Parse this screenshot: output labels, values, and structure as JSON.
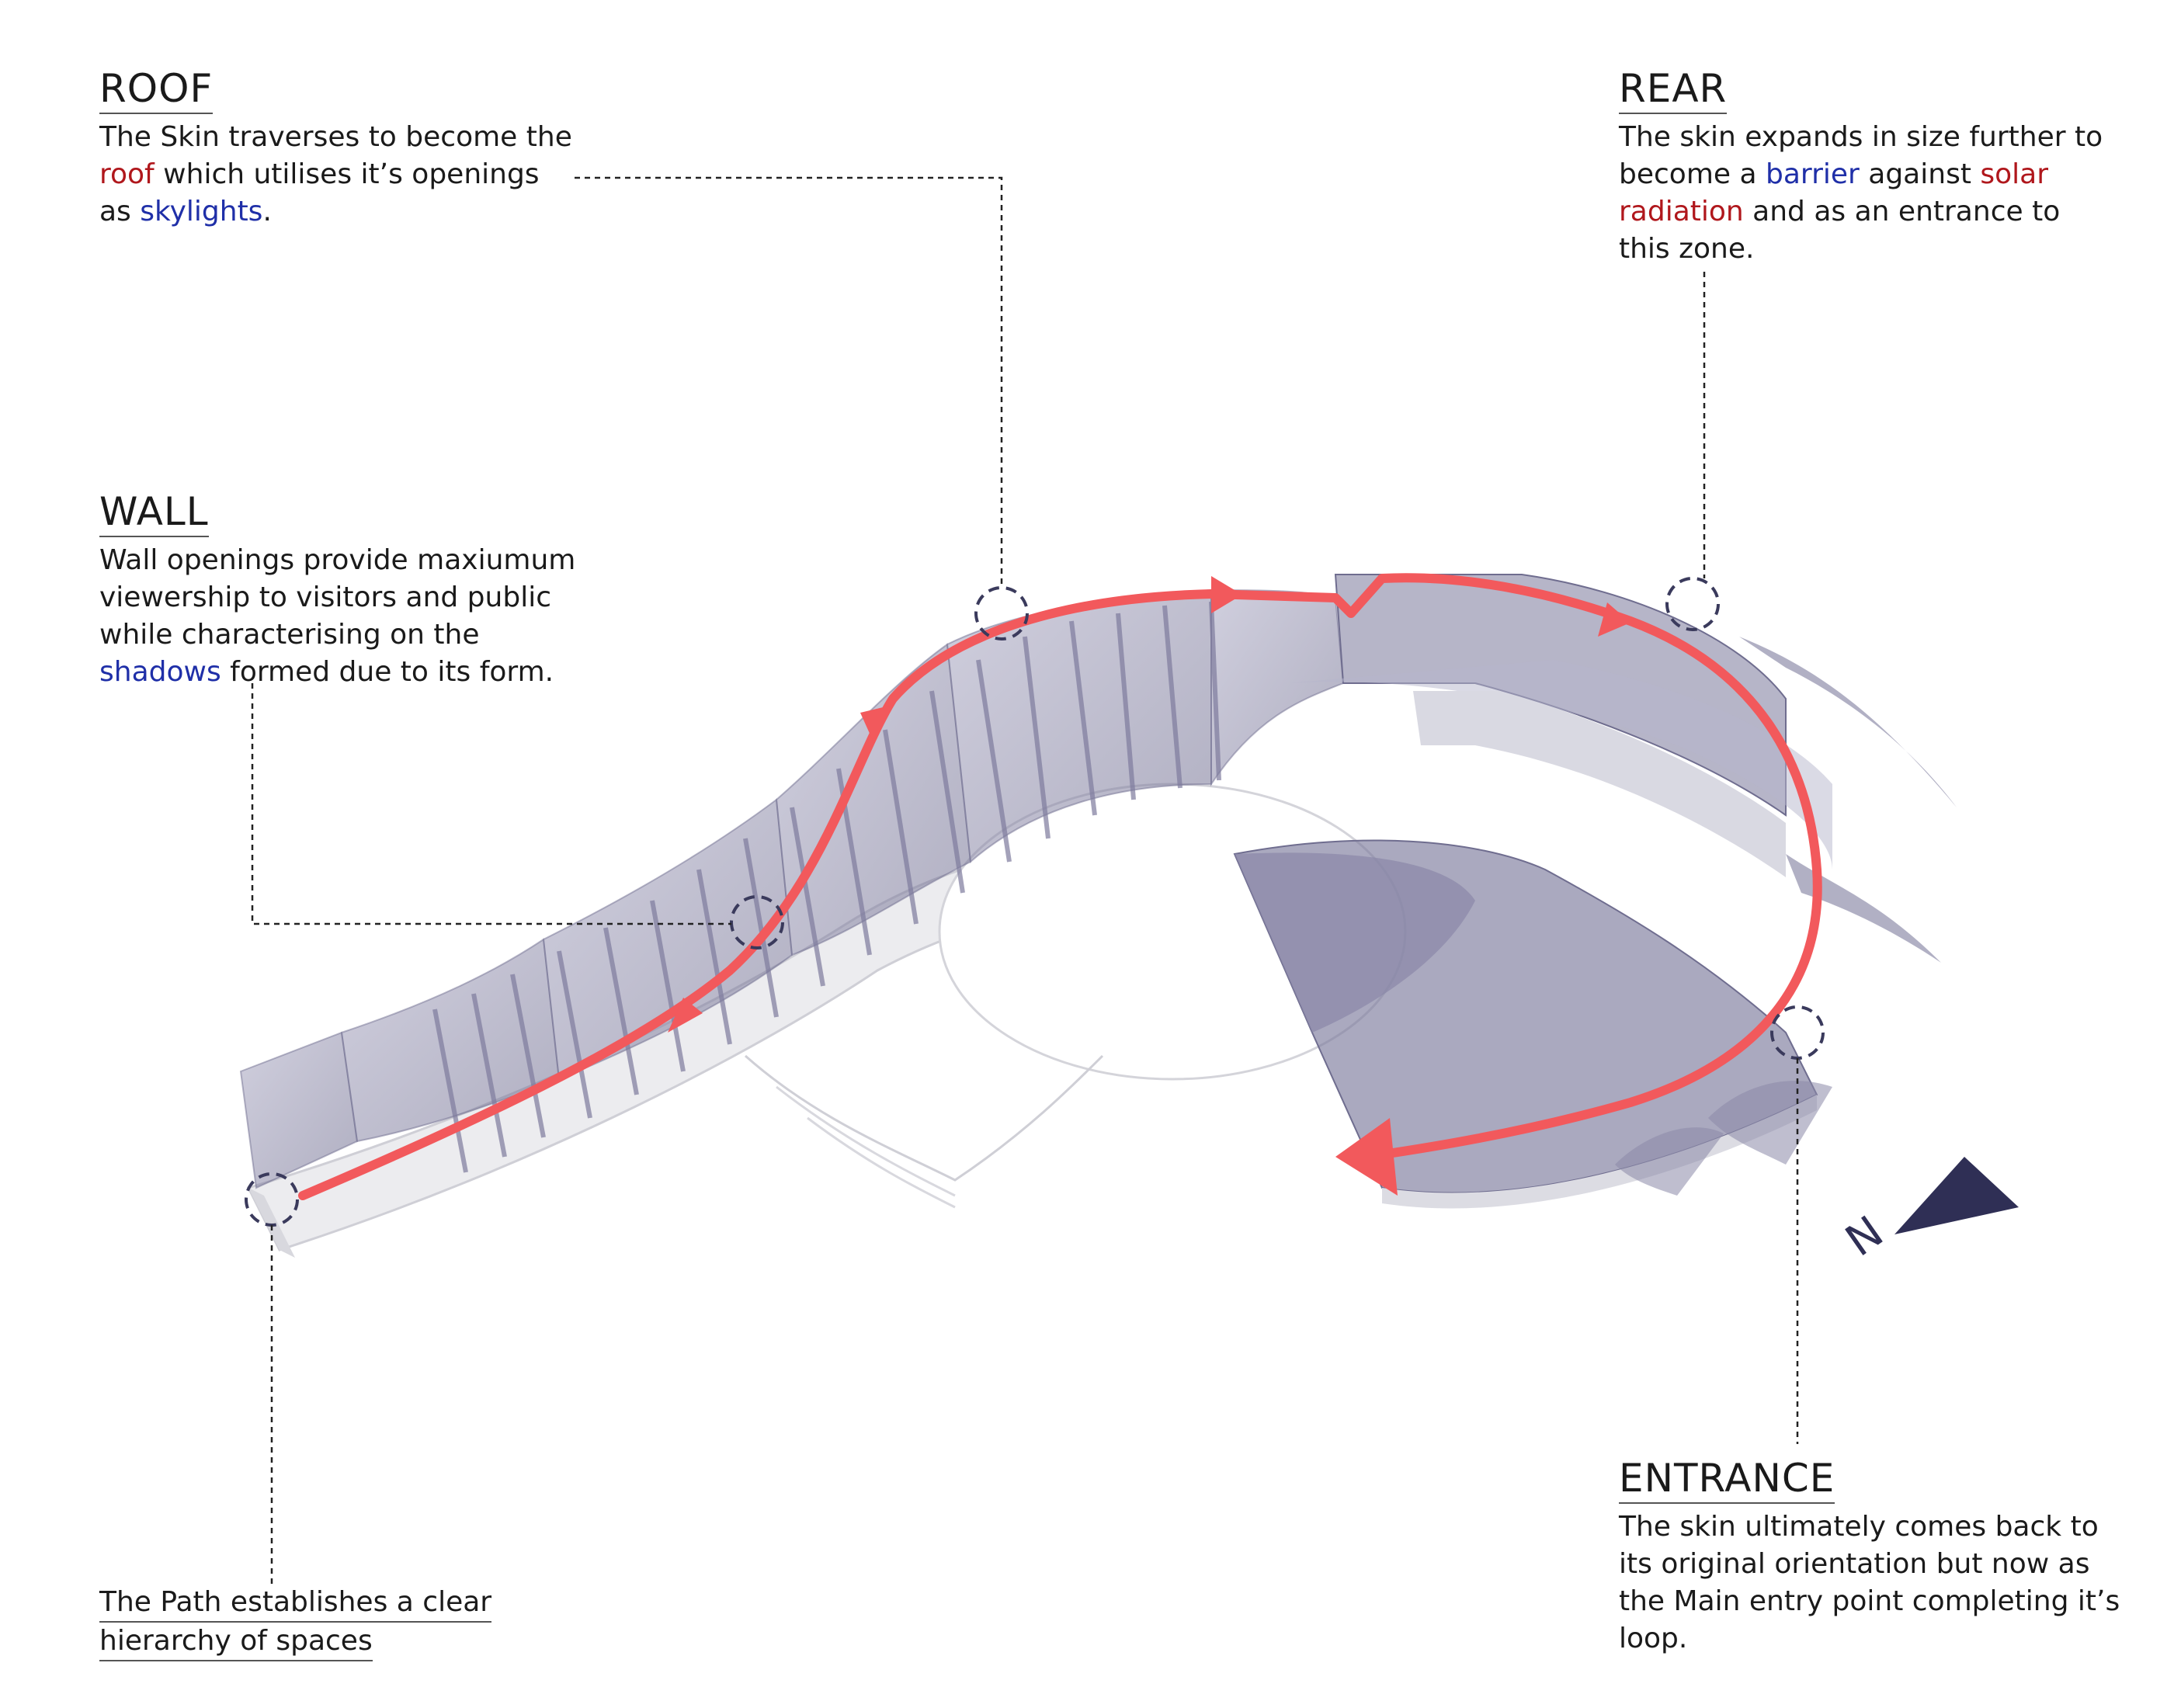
{
  "roof": {
    "title": "ROOF",
    "line1": "The Skin traverses to become the",
    "l2_red": "roof",
    "l2_rest": " which utilises it’s openings",
    "l3_pre": "as ",
    "l3_blue": "skylights",
    "l3_post": "."
  },
  "rear": {
    "title": "REAR",
    "line1": "The skin expands in size further to",
    "l2_pre": "become a ",
    "l2_blue": "barrier",
    "l2_mid": " against ",
    "l2_red": "solar",
    "l3_red": "radiation",
    "l3_rest": " and as an entrance to",
    "line4": "this zone."
  },
  "wall": {
    "title": "WALL",
    "line1": "Wall openings provide maxiumum",
    "line2": "viewership to visitors and public",
    "line3": "while characterising on the",
    "l4_blue": "shadows",
    "l4_rest": " formed due to its form."
  },
  "path": {
    "line1": "The Path establishes a clear",
    "line2": "hierarchy of spaces"
  },
  "entrance": {
    "title": "ENTRANCE",
    "line1": "The skin ultimately comes back to",
    "line2": "its original orientation but now as",
    "line3": "the Main entry point completing it’s",
    "line4": "loop."
  },
  "north": {
    "label": "N"
  },
  "colors": {
    "path_arrow": "#f2595c",
    "skin": "#8a88a8",
    "red_text": "#b0171c",
    "blue_text": "#1f2fa8",
    "marker": "#3a3a5c"
  }
}
